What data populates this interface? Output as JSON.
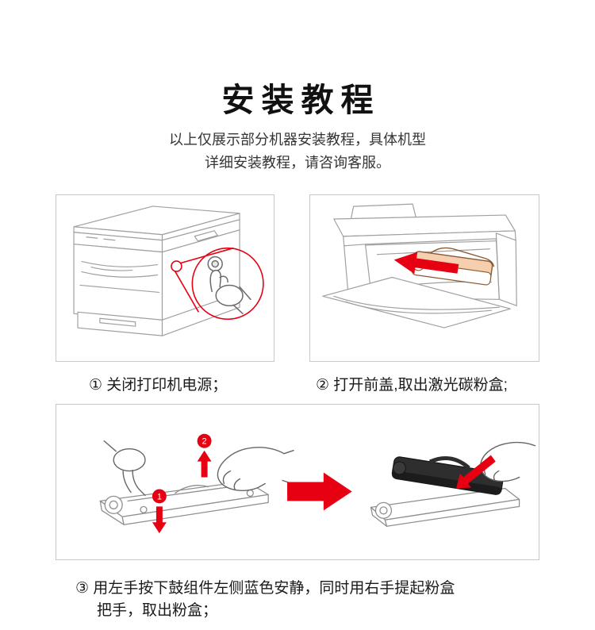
{
  "page": {
    "title": "安装教程",
    "subtitle_line1": "以上仅展示部分机器安装教程，具体机型",
    "subtitle_line2": "详细安装教程，请咨询客服。"
  },
  "steps": {
    "step1": {
      "caption": "① 关闭打印机电源；"
    },
    "step2": {
      "caption": "② 打开前盖,取出激光碳粉盒;"
    },
    "step3": {
      "caption_line1": "③ 用左手按下鼓组件左侧蓝色安静，同时用右手提起粉盒",
      "caption_line2": "把手，取出粉盒；"
    }
  },
  "illustrations": {
    "step1": {
      "name": "printer-power-button-callout-illustration"
    },
    "step2": {
      "name": "printer-open-front-cover-toner-illustration"
    },
    "step3": {
      "name": "press-drum-lift-toner-illustration",
      "badge1": "1",
      "badge2": "2"
    }
  },
  "colors": {
    "accent_red": "#e60012",
    "art_line": "#9b9b9b",
    "border": "#c9c9c9"
  }
}
